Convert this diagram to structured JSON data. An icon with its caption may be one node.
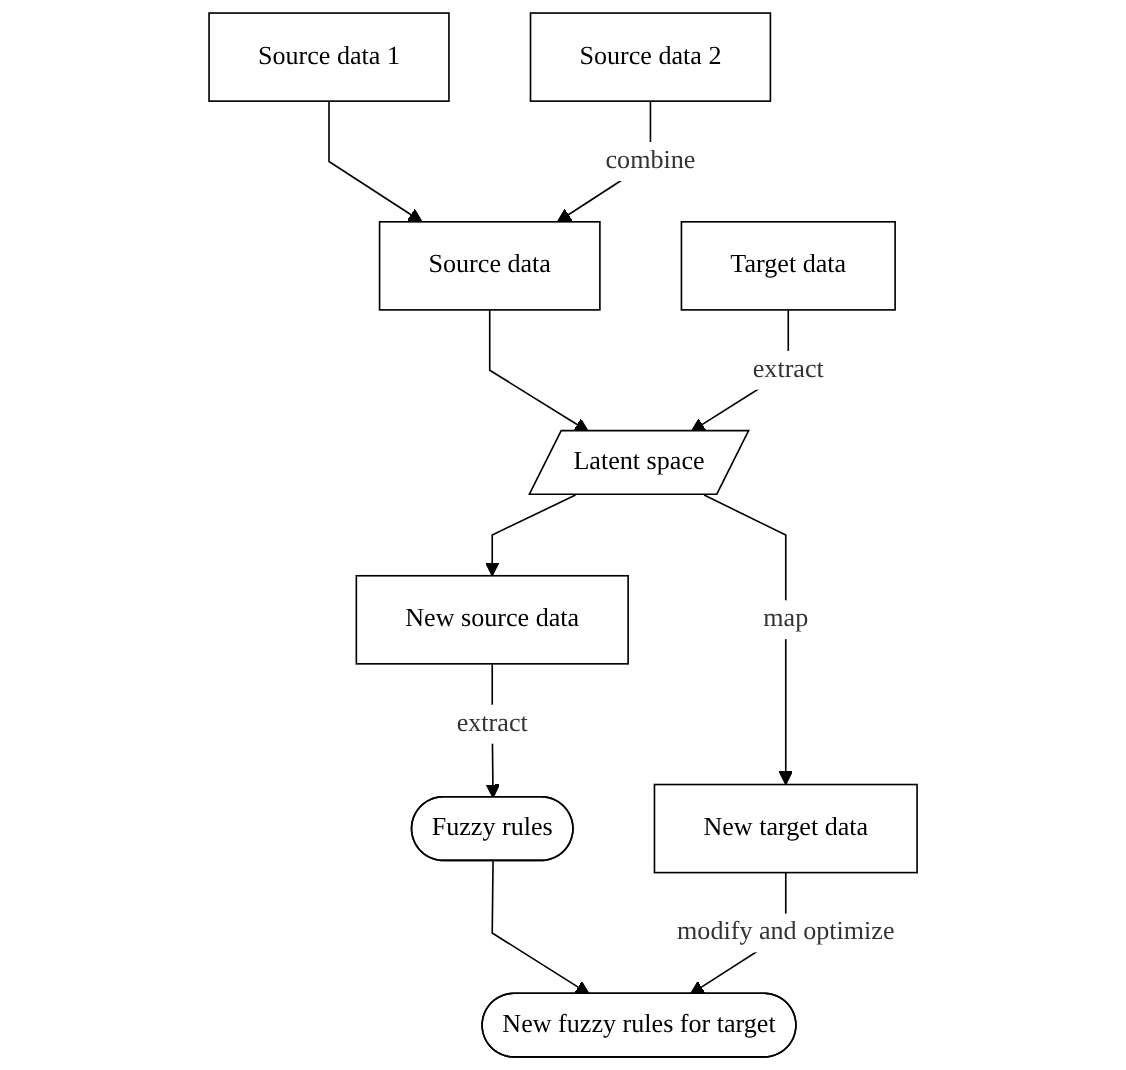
{
  "diagram": {
    "nodes": [
      {
        "text": [
          "Source data 1"
        ]
      },
      {
        "text": [
          "Source data 2"
        ]
      },
      {
        "text": [
          "Source data"
        ]
      },
      {
        "text": [
          "Target data"
        ]
      },
      {
        "text": [
          "Latent space"
        ]
      },
      {
        "text": [
          "New source data"
        ]
      },
      {
        "text": [
          "New target data"
        ]
      },
      {
        "text": [
          "Fuzzy rules"
        ]
      },
      {
        "text": [
          "New fuzzy rules for target"
        ]
      }
    ],
    "edges": [
      {
        "from": 0,
        "to": 2,
        "arrow": "to"
      },
      {
        "from": 1,
        "to": 2,
        "arrow": "to",
        "label": "combine"
      },
      {
        "from": 2,
        "to": 4,
        "arrow": "to"
      },
      {
        "from": 3,
        "to": 4,
        "arrow": "to",
        "label": "extract"
      },
      {
        "from": 4,
        "to": 5,
        "arrow": "to"
      },
      {
        "from": 4,
        "to": 6,
        "arrow": "to",
        "label": "map"
      },
      {
        "from": 5,
        "to": 7,
        "arrow": "to",
        "label": "extract"
      },
      {
        "from": 7,
        "to": 8,
        "arrow": "to"
      },
      {
        "from": 6,
        "to": 8,
        "arrow": "to",
        "label": "modify and optimize"
      }
    ]
  }
}
